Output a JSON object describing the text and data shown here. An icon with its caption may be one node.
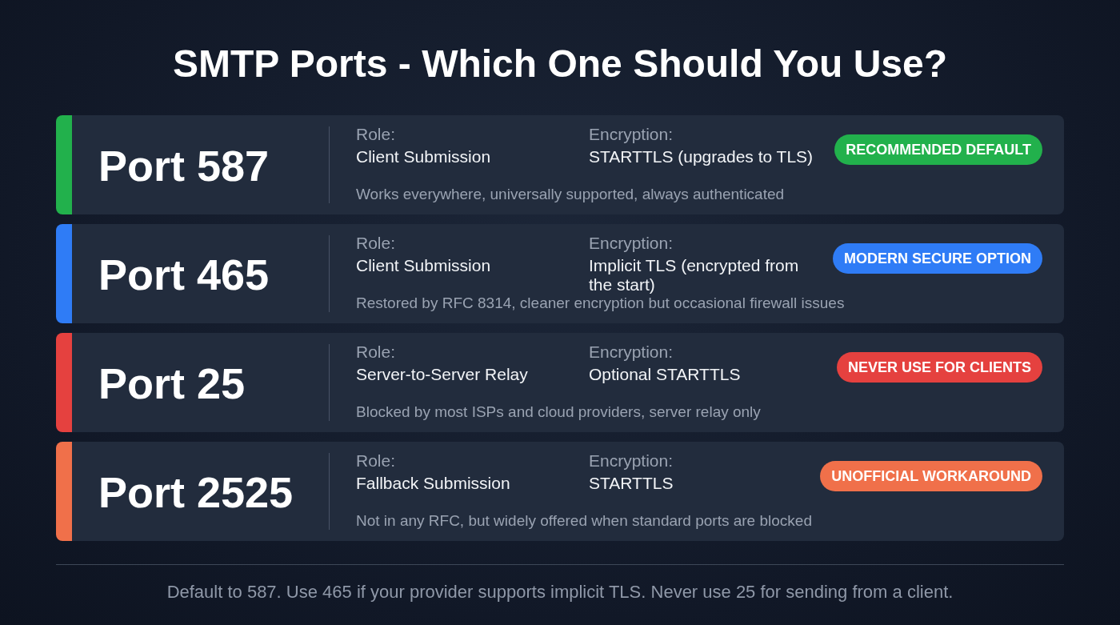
{
  "diagram": {
    "title": "SMTP Ports - Which One Should You Use?",
    "caption": "Default to 587. Use 465 if your provider supports implicit TLS. Never use 25 for sending from a client.",
    "nodes": [
      {
        "text": [
          "Port 587",
          "Role:",
          "Client Submission",
          "Encryption:",
          "STARTTLS (upgrades to TLS)",
          "Works everywhere, universally supported, always authenticated"
        ]
      },
      {
        "text": [
          "RECOMMENDED DEFAULT"
        ],
        "in": 0
      },
      {
        "text": [
          "Port 465",
          "Role:",
          "Client Submission",
          "Encryption:",
          "Implicit TLS (encrypted from the start)",
          "Restored by RFC 8314, cleaner encryption but occasional firewall issues"
        ]
      },
      {
        "text": [
          "MODERN SECURE OPTION"
        ],
        "in": 2
      },
      {
        "text": [
          "Port 25",
          "Role:",
          "Server-to-Server Relay",
          "Encryption:",
          "Optional STARTTLS",
          "Blocked by most ISPs and cloud providers, server relay only"
        ]
      },
      {
        "text": [
          "NEVER USE FOR CLIENTS"
        ],
        "in": 4
      },
      {
        "text": [
          "Port 2525",
          "Role:",
          "Fallback Submission",
          "Encryption:",
          "STARTTLS",
          "Not in any RFC, but widely offered when standard ports are blocked"
        ]
      },
      {
        "text": [
          "UNOFFICIAL WORKAROUND"
        ],
        "in": 6
      }
    ]
  }
}
